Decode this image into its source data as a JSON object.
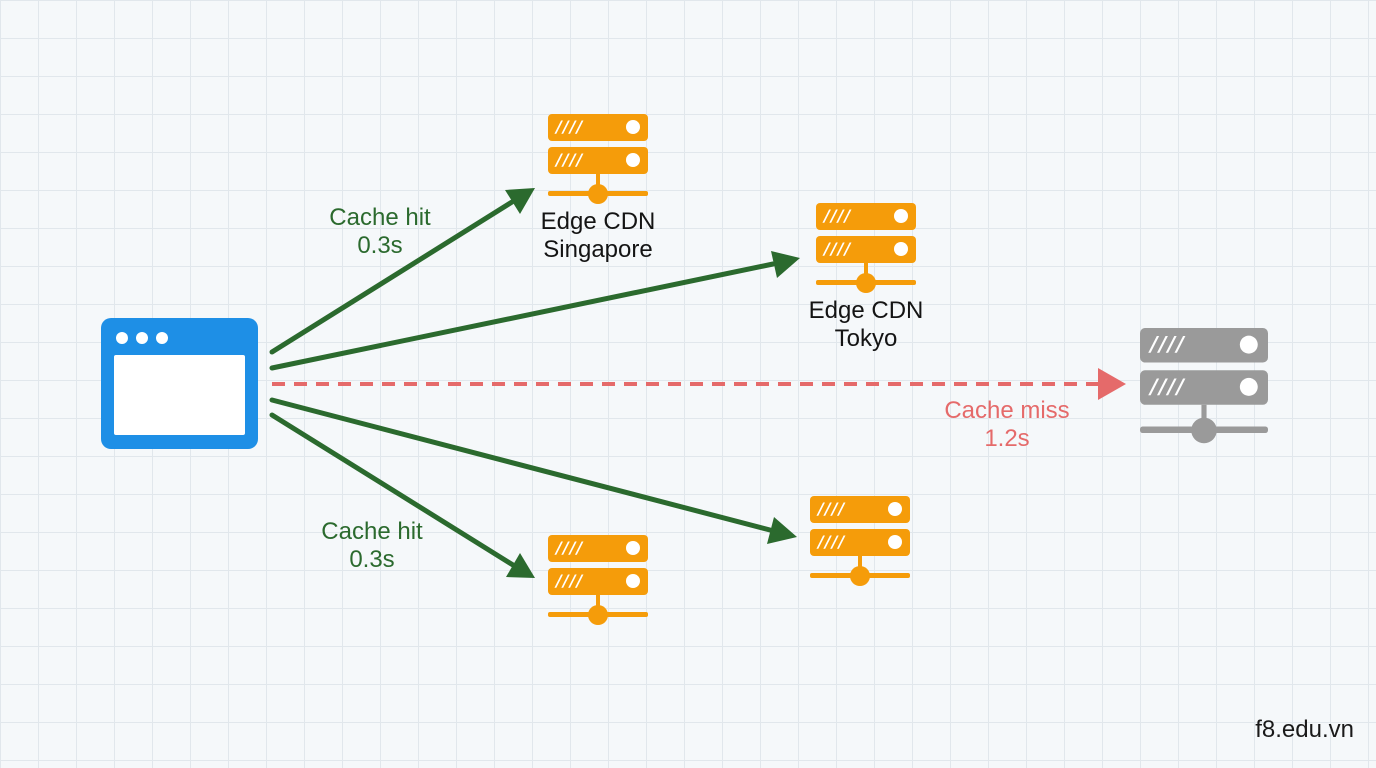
{
  "colors": {
    "hit_arrow": "#2b6a2e",
    "miss_arrow": "#e56a6a",
    "edge_server": "#f59c0a",
    "origin_server": "#9a9a9a",
    "browser": "#1e8fe6"
  },
  "nodes": {
    "client": {
      "icon": "browser-window-icon"
    },
    "edge_singapore": {
      "icon": "server-icon",
      "line1": "Edge CDN",
      "line2": "Singapore"
    },
    "edge_tokyo": {
      "icon": "server-icon",
      "line1": "Edge CDN",
      "line2": "Tokyo"
    },
    "edge_bottom_left": {
      "icon": "server-icon"
    },
    "edge_bottom_right": {
      "icon": "server-icon"
    },
    "origin": {
      "icon": "server-icon"
    }
  },
  "edges": {
    "to_singapore": {
      "line1": "Cache hit",
      "line2": "0.3s"
    },
    "to_bottom_left": {
      "line1": "Cache hit",
      "line2": "0.3s"
    },
    "to_origin": {
      "line1": "Cache miss",
      "line2": "1.2s"
    }
  },
  "server_glyph": "////",
  "watermark": "f8.edu.vn"
}
